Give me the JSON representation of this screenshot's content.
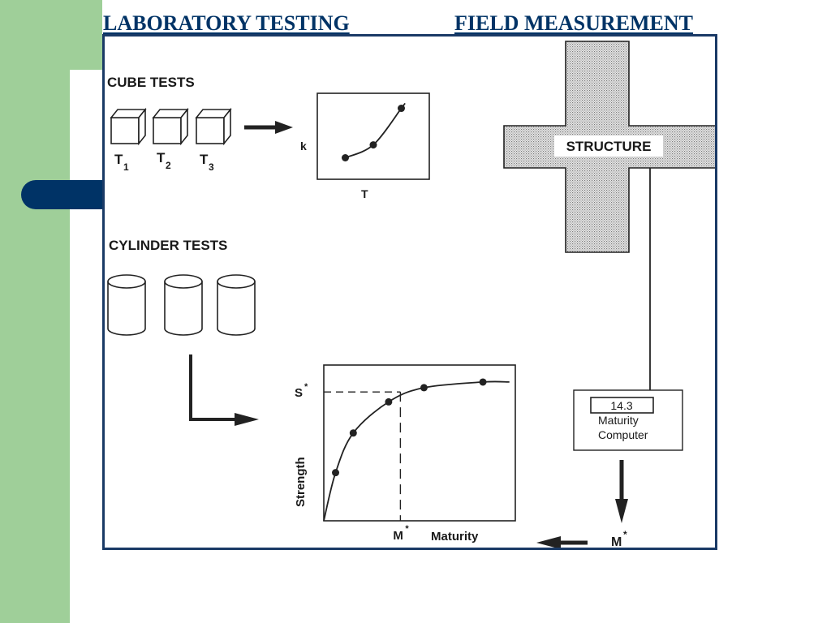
{
  "slide": {
    "left_heading": "LABORATORY TESTING",
    "right_heading": "FIELD MEASUREMENT",
    "colors": {
      "heading": "#003366",
      "frame_border": "#1a3a66",
      "side_bar": "#9fcf99",
      "accent_pill": "#003366"
    }
  },
  "figure": {
    "cube_tests": {
      "title": "CUBE TESTS",
      "cubes": [
        {
          "label": "T",
          "subscript": "1"
        },
        {
          "label": "T",
          "subscript": "2"
        },
        {
          "label": "T",
          "subscript": "3"
        }
      ]
    },
    "cylinder_tests": {
      "title": "CYLINDER TESTS",
      "count": 3
    },
    "structure": {
      "label": "STRUCTURE"
    },
    "maturity_computer": {
      "reading": "14.3",
      "line1": "Maturity",
      "line2": "Computer"
    },
    "field_output": {
      "symbol": "M",
      "superscript": "*"
    }
  },
  "chart_data": [
    {
      "type": "line",
      "name": "rate-constant-vs-temperature",
      "xlabel": "T",
      "ylabel": "k",
      "x": [
        1,
        2,
        3
      ],
      "y": [
        1.0,
        1.6,
        3.3
      ],
      "xlim": [
        0,
        4
      ],
      "ylim": [
        0,
        4
      ],
      "markers": true
    },
    {
      "type": "line",
      "name": "strength-maturity",
      "xlabel": "Maturity",
      "ylabel": "Strength",
      "x": [
        0.4,
        1.0,
        2.2,
        3.4,
        5.4
      ],
      "y": [
        1.7,
        3.1,
        4.2,
        4.7,
        4.9
      ],
      "curve_start": [
        0.0,
        0.0
      ],
      "curve_end": [
        6.3,
        4.9
      ],
      "xlim": [
        0,
        6.5
      ],
      "ylim": [
        0,
        5.5
      ],
      "reference": {
        "x_label": "M",
        "y_label": "S",
        "superscript": "*",
        "x": 2.6,
        "y": 4.55
      },
      "markers": true
    }
  ]
}
